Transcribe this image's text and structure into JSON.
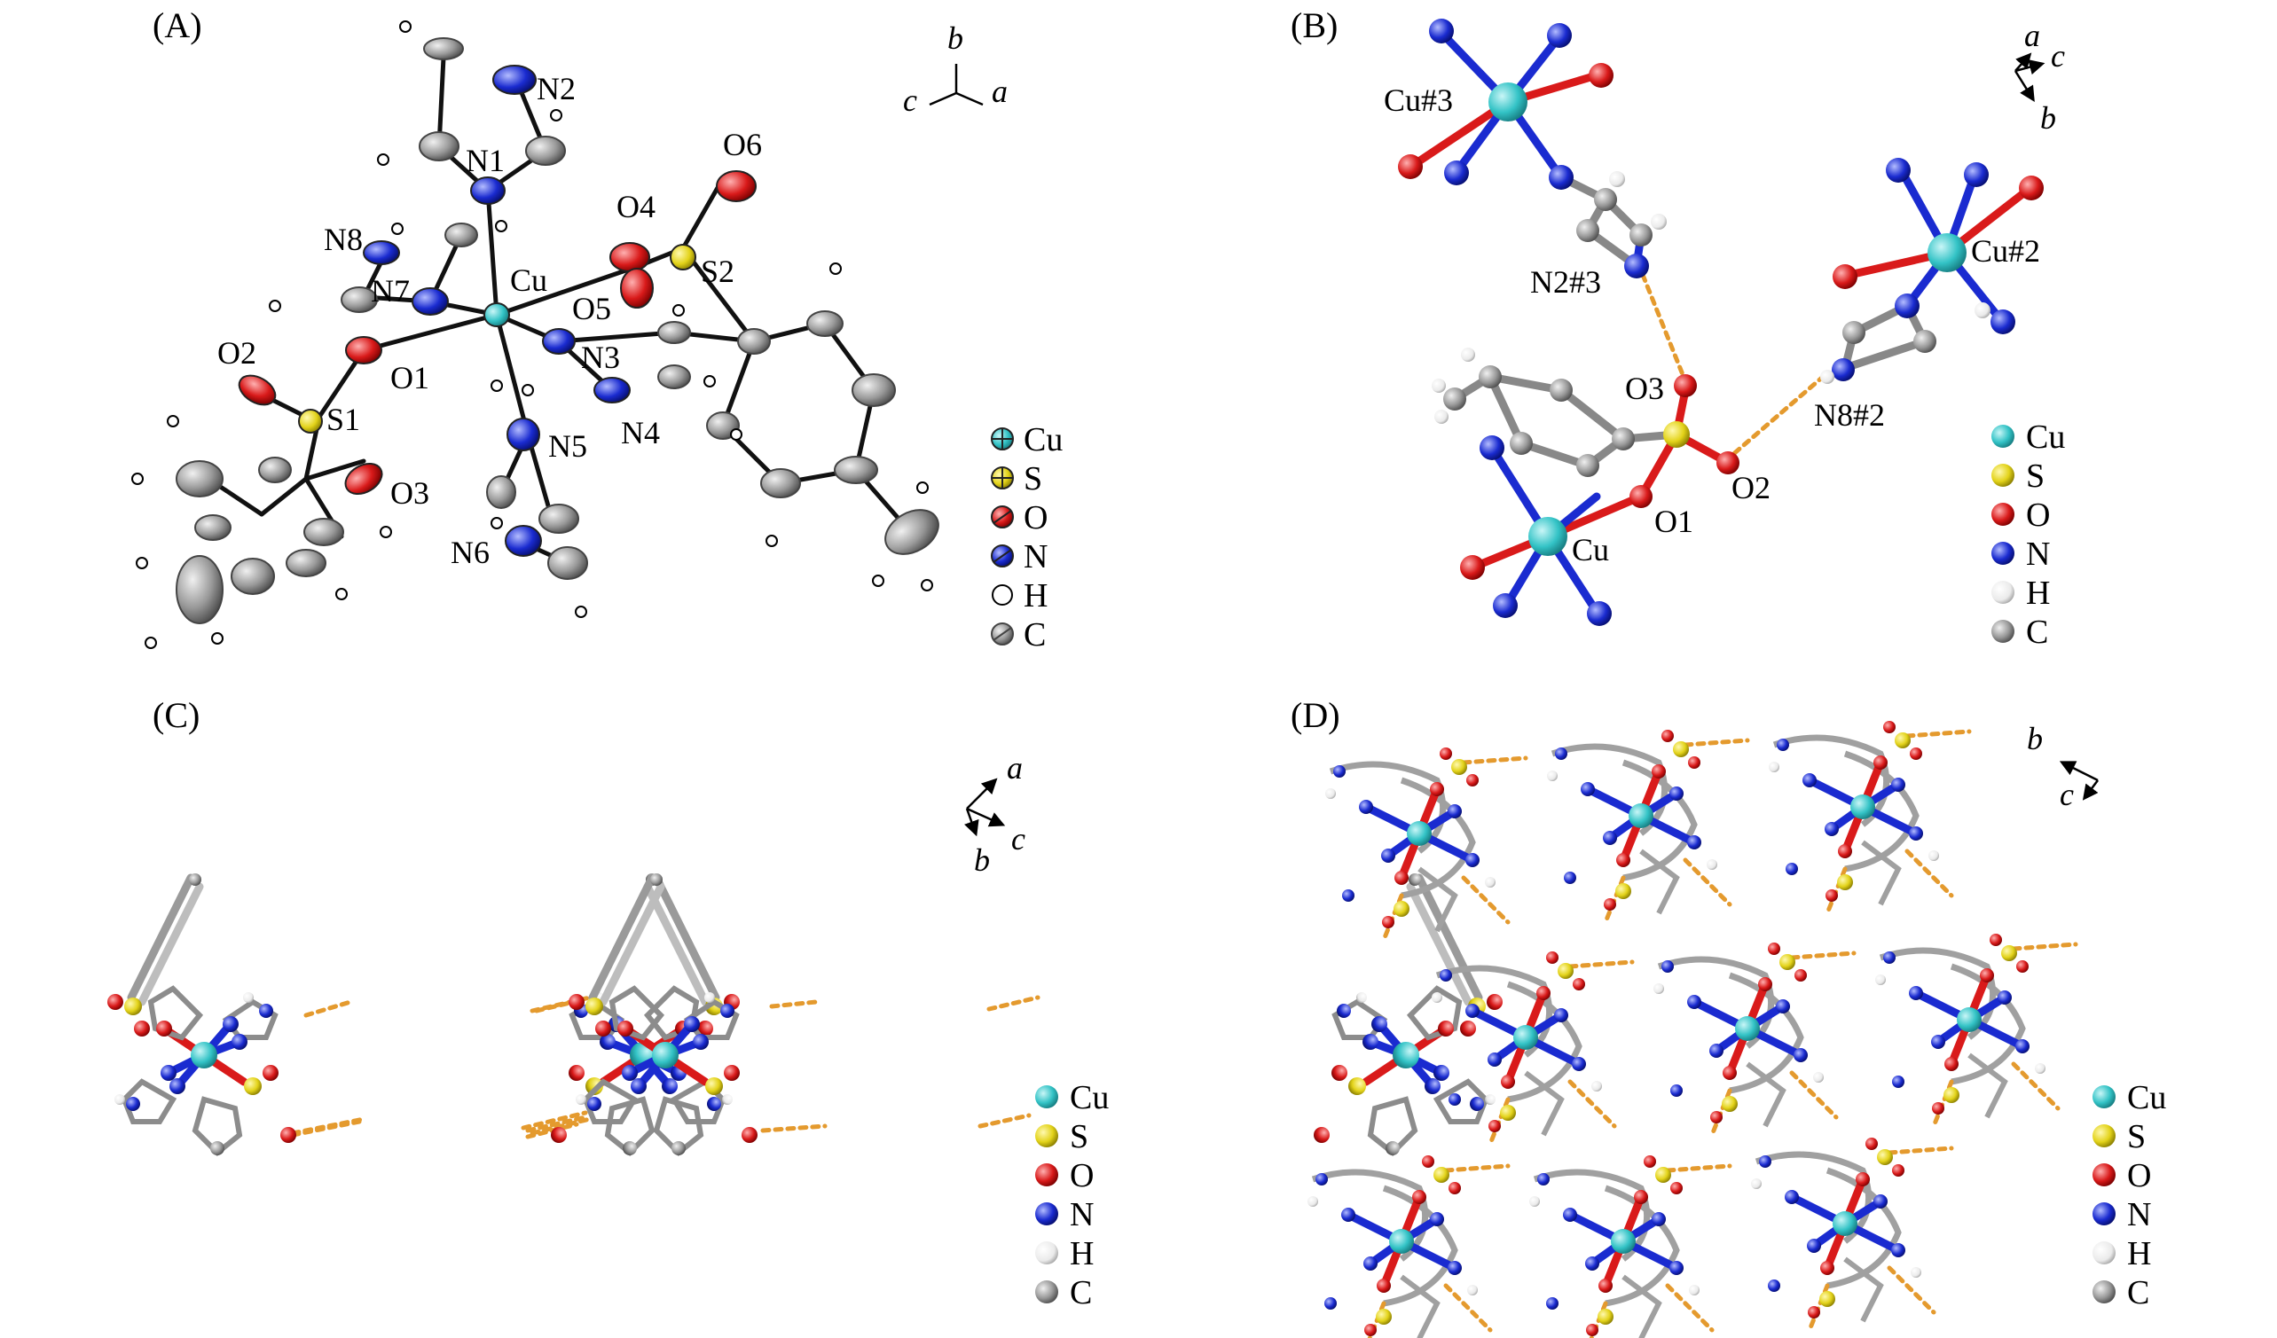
{
  "panels": {
    "A": {
      "letter": "(A)",
      "axes": {
        "up": "b",
        "left": "c",
        "right": "a"
      },
      "labels": {
        "N2": "N2",
        "N1": "N1",
        "N8": "N8",
        "N7": "N7",
        "Cu": "Cu",
        "O4": "O4",
        "O6": "O6",
        "S2": "S2",
        "O5": "O5",
        "O2": "O2",
        "O1": "O1",
        "N3": "N3",
        "N4": "N4",
        "S1": "S1",
        "N5": "N5",
        "O3": "O3",
        "N6": "N6"
      }
    },
    "B": {
      "letter": "(B)",
      "axes": {
        "a": "a",
        "c": "c",
        "b": "b"
      },
      "labels": {
        "Cu3": "Cu#3",
        "N23": "N2#3",
        "O3": "O3",
        "O1": "O1",
        "O2": "O2",
        "N82": "N8#2",
        "Cu2": "Cu#2",
        "Cu": "Cu"
      }
    },
    "C": {
      "letter": "(C)",
      "axes": {
        "a": "a",
        "b": "b",
        "c": "c"
      }
    },
    "D": {
      "letter": "(D)",
      "axes": {
        "b": "b",
        "c": "c"
      }
    }
  },
  "legend": {
    "items": [
      {
        "label": "Cu",
        "color": "#33c3c6"
      },
      {
        "label": "S",
        "color": "#e3d31a"
      },
      {
        "label": "O",
        "color": "#d91a1a"
      },
      {
        "label": "N",
        "color": "#1a2bd0"
      },
      {
        "label": "H",
        "color": "#e8e8e8"
      },
      {
        "label": "C",
        "color": "#8c8c8c"
      }
    ]
  },
  "colors": {
    "Cu": "#33c3c6",
    "S": "#e3d31a",
    "O": "#d91a1a",
    "N": "#1a2bd0",
    "H": "#f2f2f2",
    "C": "#999999",
    "hbond": "#e49a2e"
  }
}
